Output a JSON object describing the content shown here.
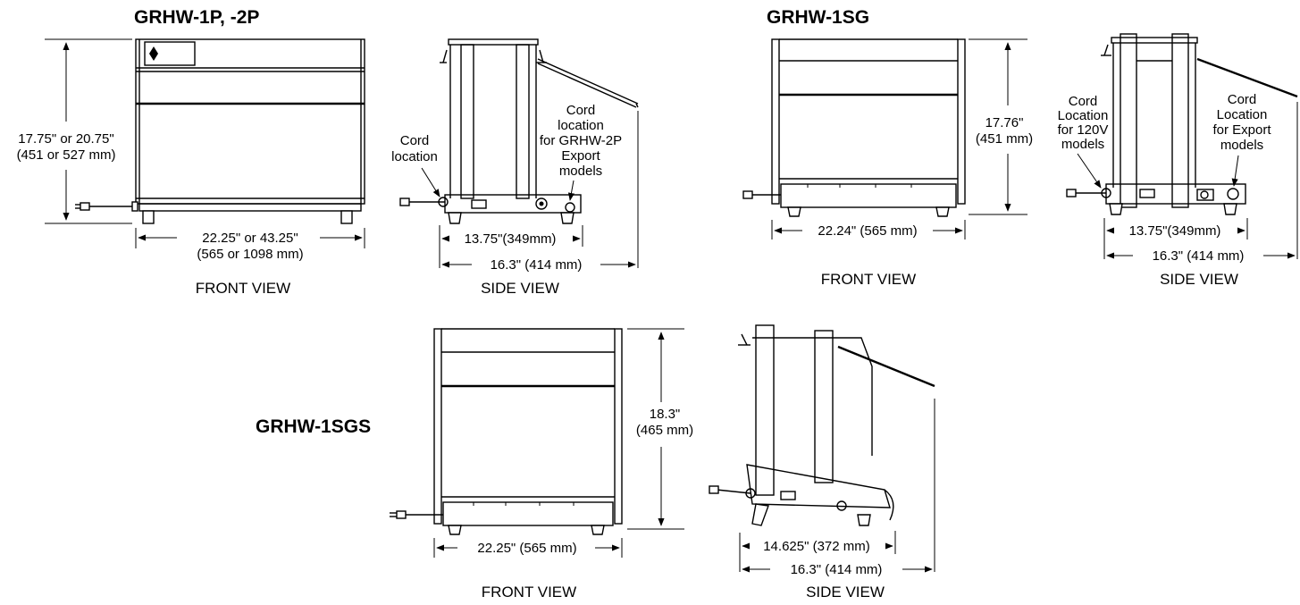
{
  "models": {
    "p": "GRHW-1P, -2P",
    "sg": "GRHW-1SG",
    "sgs": "GRHW-1SGS"
  },
  "views": {
    "front": "FRONT VIEW",
    "side": "SIDE VIEW"
  },
  "dims": {
    "p_height_1": "17.75\" or 20.75\"",
    "p_height_2": "(451 or 527 mm)",
    "p_width_1": "22.25\" or 43.25\"",
    "p_width_2": "(565 or 1098 mm)",
    "p_side_inner": "13.75\"(349mm)",
    "p_side_outer": "16.3\" (414 mm)",
    "sg_height_1": "17.76\"",
    "sg_height_2": "(451 mm)",
    "sg_width": "22.24\" (565 mm)",
    "sg_side_inner": "13.75\"(349mm)",
    "sg_side_outer": "16.3\" (414 mm)",
    "sgs_height_1": "18.3\"",
    "sgs_height_2": "(465 mm)",
    "sgs_width": "22.25\" (565 mm)",
    "sgs_side_inner": "14.625\" (372 mm)",
    "sgs_side_outer": "16.3\" (414 mm)"
  },
  "notes": {
    "p_cord_1": "Cord",
    "p_cord_2": "location",
    "p_export_1": "Cord",
    "p_export_2": "location",
    "p_export_3": "for GRHW-2P",
    "p_export_4": "Export",
    "p_export_5": "models",
    "sg_120_1": "Cord",
    "sg_120_2": "Location",
    "sg_120_3": "for 120V",
    "sg_120_4": "models",
    "sg_exp_1": "Cord",
    "sg_exp_2": "Location",
    "sg_exp_3": "for Export",
    "sg_exp_4": "models"
  }
}
